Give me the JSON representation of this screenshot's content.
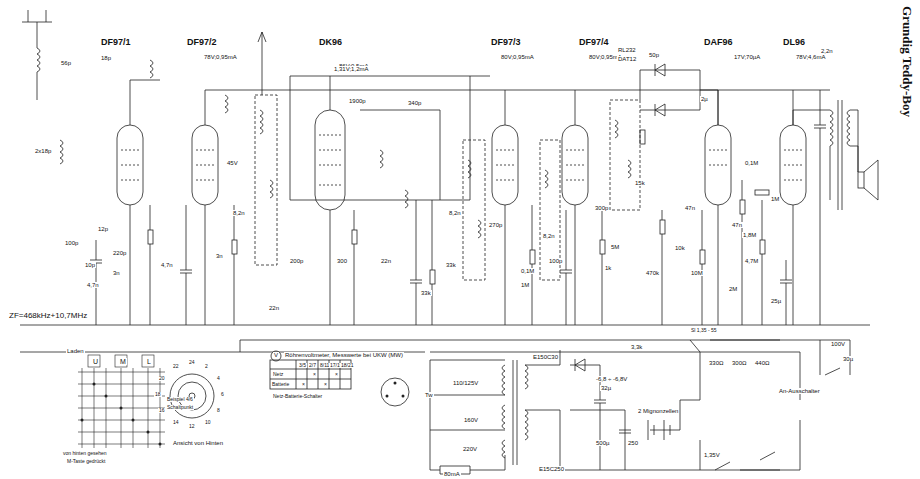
{
  "diagram": {
    "title": "Grundig Teddy-Boy",
    "labels": [
      "DF97/1",
      "DF97/2",
      "DK96",
      "DF97/3",
      "DF97/4",
      "DAF96",
      "DL96",
      "78V;0,95mA",
      "86V;0,5mA",
      "1,31V;1,2mA",
      "80V;0,95mA",
      "80V;0,95mA",
      "RL232",
      "DAT12",
      "17V;70µA",
      "78V;4,6mA",
      "ZF=468kHz+10,7MHz",
      "V",
      "Röhrenvoltmeter, Messwerte bei UKW (MW)",
      "3/5",
      "2/7",
      "8/11",
      "17/19",
      "18/21",
      "Netz",
      "Batterie",
      "×",
      "×",
      "×",
      "×",
      "Netz-Batterie-Schalter",
      "Tw",
      "Ansicht von Hinten",
      "Laden",
      "U",
      "M",
      "L",
      "Beispiel 4/6",
      "Schaltpunkt",
      "von hinten gesehen",
      "M-Taste gedrückt",
      "24",
      "2",
      "4",
      "6",
      "8",
      "10",
      "12",
      "14",
      "16",
      "18",
      "20",
      "22",
      "110/125V",
      "160V",
      "220V",
      "E150C30",
      "E15C250",
      "-6,8 ÷ -6,8V",
      "2 Mignonzellen",
      "80mA",
      "1,35V",
      "100V",
      "An-Ausschalter",
      "Sl 1,35 - 55",
      "56p",
      "18p",
      "2x18p",
      "12p",
      "10p",
      "4,7n",
      "220p",
      "3n",
      "100p",
      "3n",
      "8,2n",
      "45V",
      "22n",
      "200p",
      "33k",
      "8,2n",
      "270p",
      "0,1M",
      "1M",
      "100p",
      "8,2n",
      "1k",
      "300p",
      "15k",
      "10k",
      "47n",
      "50p",
      "2µ",
      "0,1M",
      "47n",
      "1,8M",
      "4,7M",
      "2M",
      "25µ",
      "2,2n",
      "1M",
      "32µ",
      "500µ",
      "250",
      "3,3k",
      "330Ω",
      "300Ω",
      "440Ω",
      "5M",
      "470k",
      "22n",
      "33k",
      "300",
      "1900p",
      "340p",
      "10M",
      "4,7n",
      "30µ"
    ]
  }
}
